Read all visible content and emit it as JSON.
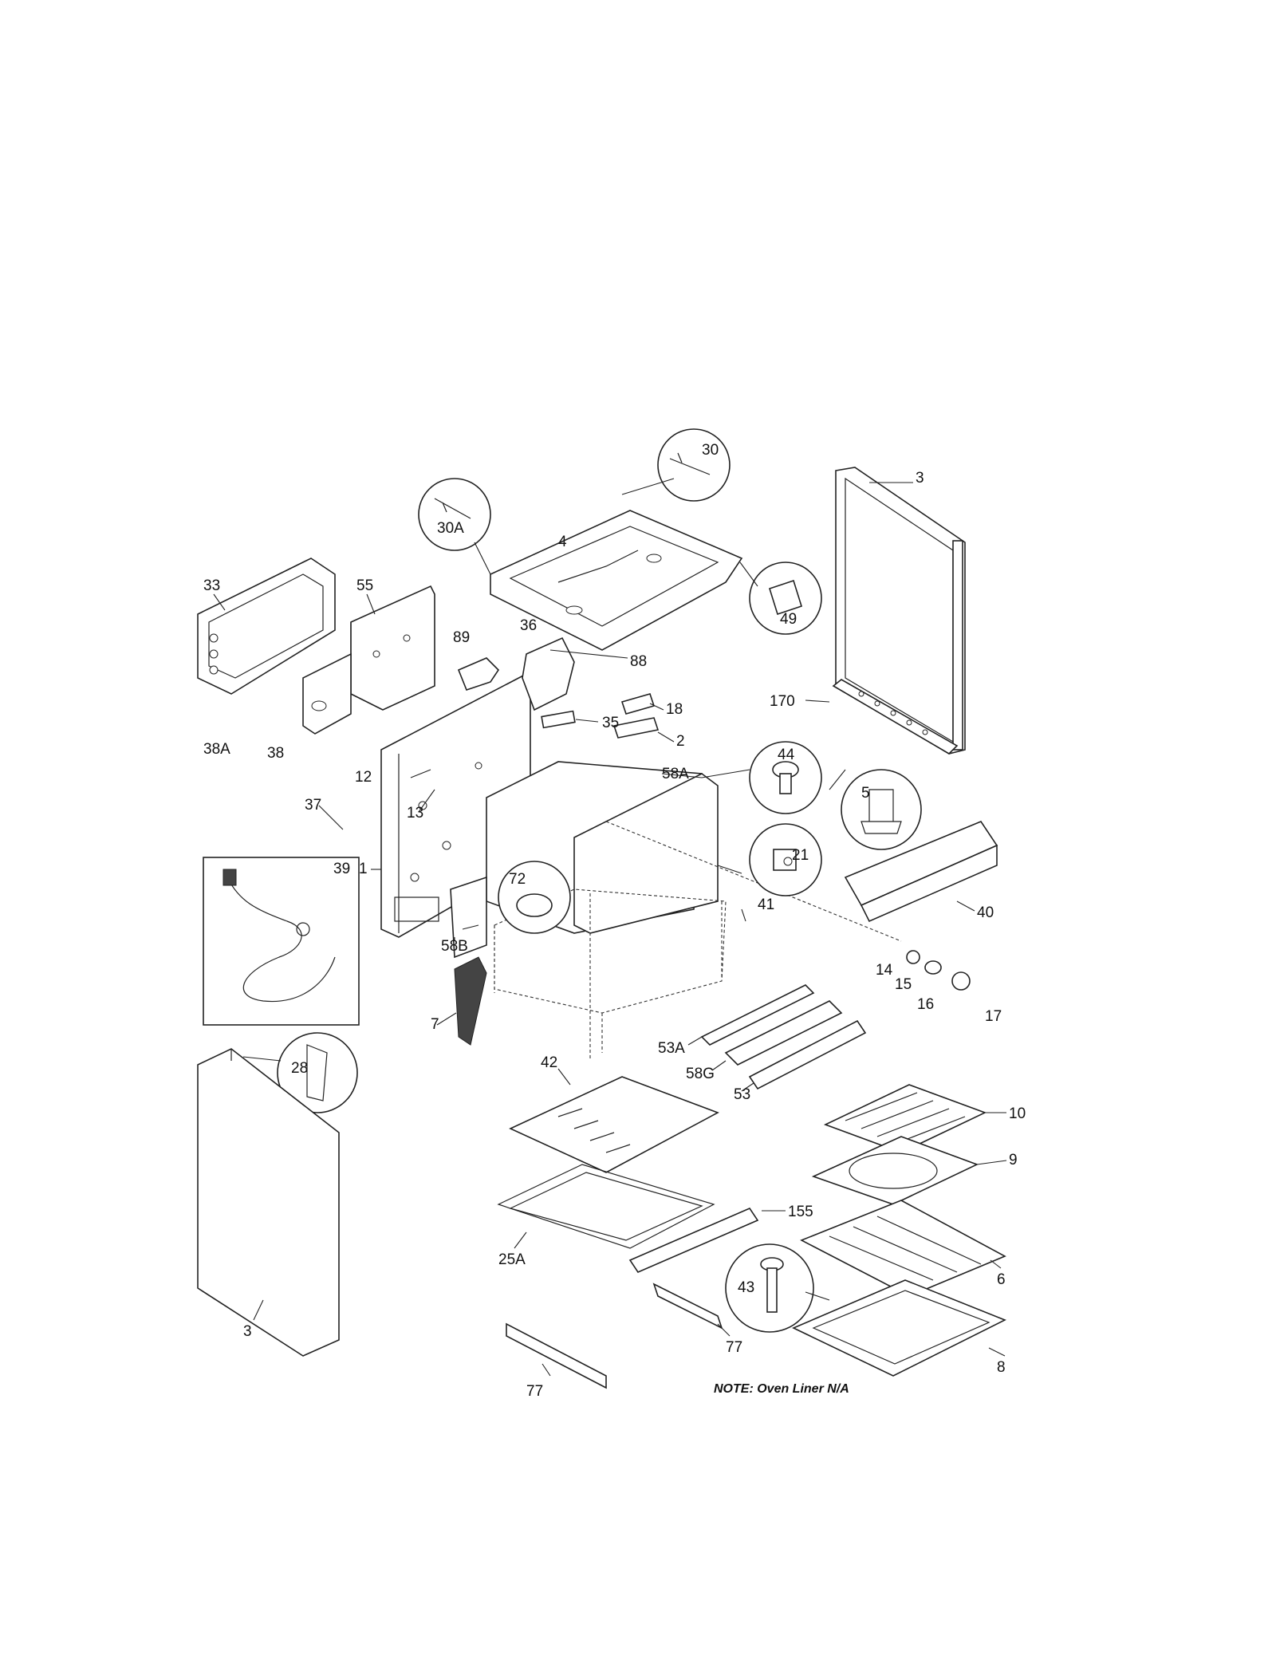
{
  "labels": {
    "l30": "30",
    "l30a": "30A",
    "l4": "4",
    "l49": "49",
    "l3_top": "3",
    "l33": "33",
    "l55": "55",
    "l89": "89",
    "l36": "36",
    "l88": "88",
    "l35": "35",
    "l18": "18",
    "l2": "2",
    "l38a": "38A",
    "l38": "38",
    "l12": "12",
    "l13": "13",
    "l37": "37",
    "l1": "1",
    "l170": "170",
    "l44": "44",
    "l5": "5",
    "l58a": "58A",
    "l21": "21",
    "l39": "39",
    "l72": "72",
    "l40": "40",
    "l41": "41",
    "l58b": "58B",
    "l14": "14",
    "l15": "15",
    "l16": "16",
    "l17": "17",
    "l7": "7",
    "l53a": "53A",
    "l58g": "58G",
    "l53": "53",
    "l28": "28",
    "l42": "42",
    "l10": "10",
    "l9": "9",
    "l155": "155",
    "l25a": "25A",
    "l6": "6",
    "l43": "43",
    "l3_bottom": "3",
    "l77_a": "77",
    "l8": "8",
    "l77_b": "77"
  },
  "note": "NOTE: Oven Liner N/A"
}
